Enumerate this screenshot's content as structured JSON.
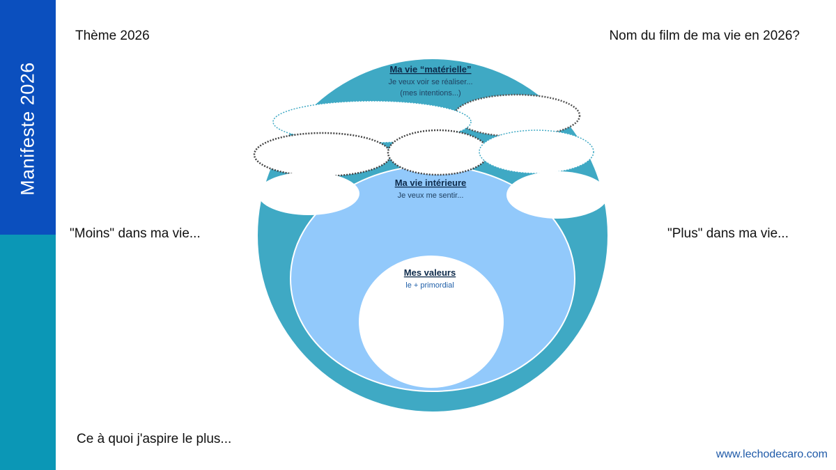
{
  "sidebar": {
    "title": "Manifeste 2026"
  },
  "labels": {
    "theme": "Thème 2026",
    "film": "Nom du film de ma vie en 2026?",
    "moins": "\"Moins\" dans ma vie...",
    "plus": "\"Plus\" dans ma vie...",
    "aspire": "Ce à quoi j'aspire le plus..."
  },
  "diagram": {
    "materielle": {
      "title": "Ma vie “matérielle”",
      "line1": "Je veux voir se réaliser...",
      "line2": "(mes intentions...)"
    },
    "interieure": {
      "title": "Ma vie intérieure",
      "line1": "Je veux me sentir..."
    },
    "valeurs": {
      "title": "Mes valeurs",
      "line1": "le + primordial"
    },
    "colors": {
      "outer": "#3fa9c4",
      "middle": "#92c9fb",
      "title_dark": "#0d2a4a",
      "sub_dark": "#1f3f5f",
      "valeurs_sub": "#1f5fa8"
    }
  },
  "footer": {
    "website": "www.lechodecaro.com"
  }
}
